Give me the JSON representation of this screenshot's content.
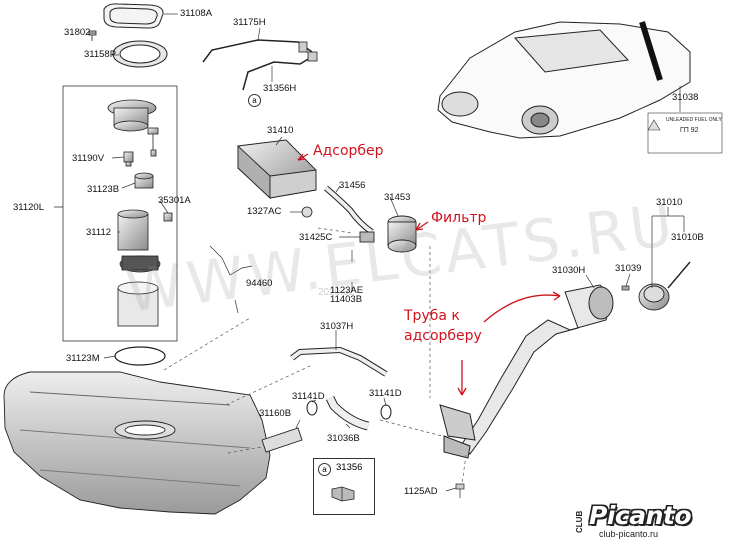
{
  "parts": [
    {
      "id": "p31802",
      "text": "31802"
    },
    {
      "id": "p31108A",
      "text": "31108A"
    },
    {
      "id": "p31175H",
      "text": "31175H"
    },
    {
      "id": "p31158P",
      "text": "31158P"
    },
    {
      "id": "p31356H",
      "text": "31356H"
    },
    {
      "id": "p31038",
      "text": "31038"
    },
    {
      "id": "p31410",
      "text": "31410"
    },
    {
      "id": "p31190V",
      "text": "31190V"
    },
    {
      "id": "p31123B",
      "text": "31123B"
    },
    {
      "id": "p35301A",
      "text": "35301A"
    },
    {
      "id": "p31456",
      "text": "31456"
    },
    {
      "id": "p31453",
      "text": "31453"
    },
    {
      "id": "p1327AC",
      "text": "1327AC"
    },
    {
      "id": "p31120L",
      "text": "31120L"
    },
    {
      "id": "p31112",
      "text": "31112"
    },
    {
      "id": "p31425C",
      "text": "31425C"
    },
    {
      "id": "p31010",
      "text": "31010"
    },
    {
      "id": "p31010B",
      "text": "31010B"
    },
    {
      "id": "p31030H",
      "text": "31030H"
    },
    {
      "id": "p31039",
      "text": "31039"
    },
    {
      "id": "p94460",
      "text": "94460"
    },
    {
      "id": "p1123AE",
      "text": "1123AE"
    },
    {
      "id": "p11403B",
      "text": "11403B"
    },
    {
      "id": "p31037H",
      "text": "31037H"
    },
    {
      "id": "p31123M",
      "text": "31123M"
    },
    {
      "id": "p31141D_1",
      "text": "31141D"
    },
    {
      "id": "p31141D_2",
      "text": "31141D"
    },
    {
      "id": "p31160B",
      "text": "31160B"
    },
    {
      "id": "p31036B",
      "text": "31036B"
    },
    {
      "id": "p1125AD",
      "text": "1125AD"
    }
  ],
  "callouts": {
    "a_marker": "a",
    "box_marker": "a",
    "box_part": "31356"
  },
  "annotations": {
    "adsorber": "Адсорбер",
    "filter": "Фильтр",
    "pipe_line1": "Труба к",
    "pipe_line2": "адсорберу"
  },
  "label_sticker": {
    "line1": "UNLEADED FUEL ONLY",
    "line2": "ГП 92"
  },
  "watermark": {
    "main": "WWW.ELCATS.RU",
    "small": "2020.02"
  },
  "logo": {
    "brand": "Picanto",
    "url": "club-picanto.ru",
    "club": "CLUB"
  },
  "colors": {
    "annotation": "#d0141e",
    "line": "#222222",
    "part_fill": "#d8d8d8"
  }
}
